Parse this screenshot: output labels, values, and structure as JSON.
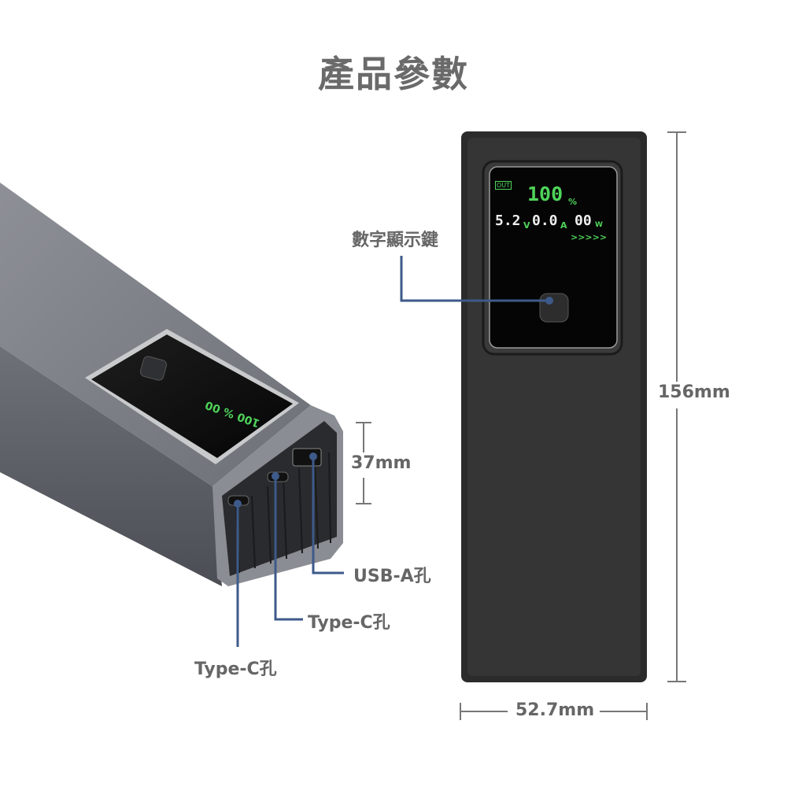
{
  "title": "產品參數",
  "callouts": {
    "display_button": "數字顯示鍵",
    "usb_a": "USB-A孔",
    "type_c_middle": "Type-C孔",
    "type_c_left": "Type-C孔"
  },
  "dimensions": {
    "height": "156mm",
    "width": "52.7mm",
    "thickness": "37mm"
  },
  "display": {
    "out_badge": "OUT",
    "percent": "100",
    "percent_unit": "%",
    "voltage": "5.2",
    "voltage_unit": "V",
    "current": "0.0",
    "current_unit": "A",
    "power": "00",
    "power_unit": "W",
    "arrows": ">>>>>"
  },
  "colors": {
    "text": "#666666",
    "callout_line": "#3d5a8a",
    "display_green": "#4fd45a",
    "device_dark": "#2b2b2b",
    "device_gray": "#7c7f86"
  }
}
